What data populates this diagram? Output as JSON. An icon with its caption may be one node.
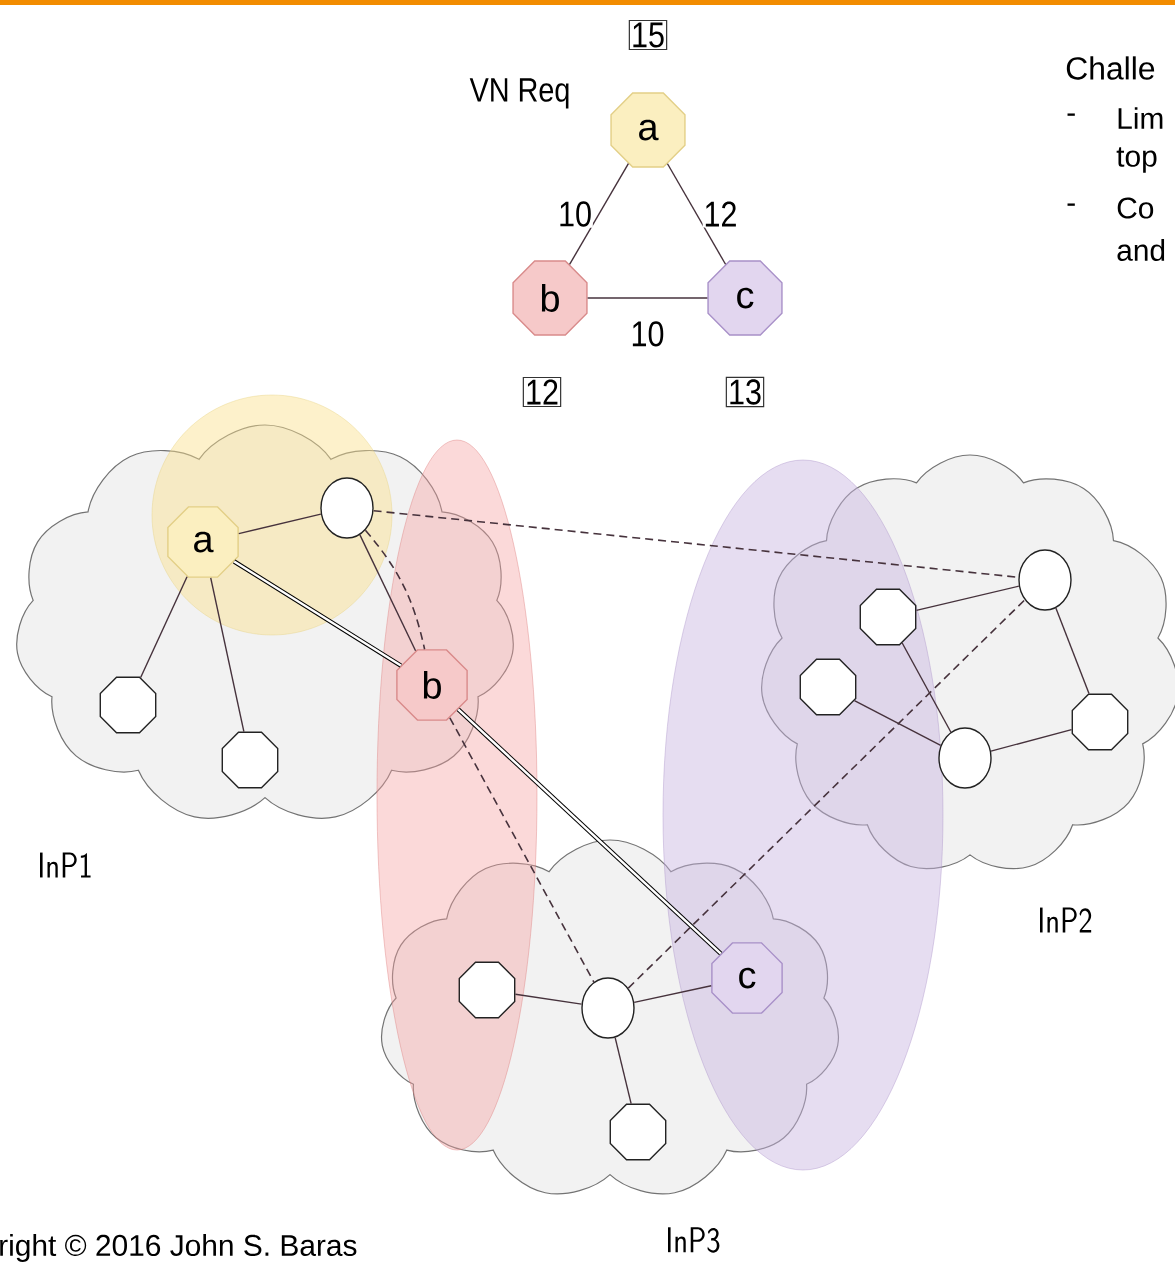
{
  "diagram": {
    "nodes": [
      {
        "text": [
          "a"
        ],
        "beside": [
          "15"
        ]
      },
      {
        "text": [
          "b"
        ],
        "beside": [
          "12"
        ]
      },
      {
        "text": [
          "c"
        ],
        "beside": [
          "13"
        ]
      },
      {
        "text": [
          "InP1"
        ]
      },
      {
        "text": [
          "a"
        ],
        "in": 3
      },
      {
        "text": [],
        "shape": "circle",
        "in": 3
      },
      {
        "text": [],
        "shape": "octagon",
        "in": 3
      },
      {
        "text": [],
        "shape": "octagon",
        "in": 3
      },
      {
        "text": [
          "b"
        ],
        "in": 3
      },
      {
        "text": [
          "InP2"
        ]
      },
      {
        "text": [],
        "shape": "circle",
        "in": 9
      },
      {
        "text": [],
        "shape": "octagon",
        "in": 9
      },
      {
        "text": [],
        "shape": "octagon",
        "in": 9
      },
      {
        "text": [],
        "shape": "circle",
        "in": 9
      },
      {
        "text": [],
        "shape": "octagon",
        "in": 9
      },
      {
        "text": [
          "InP3"
        ]
      },
      {
        "text": [],
        "shape": "octagon",
        "in": 15
      },
      {
        "text": [],
        "shape": "circle",
        "in": 15
      },
      {
        "text": [],
        "shape": "octagon",
        "in": 15
      },
      {
        "text": [
          "c"
        ],
        "in": 15
      }
    ],
    "edges": [
      {
        "from": 0,
        "to": 1,
        "arrow": "none",
        "label": "10"
      },
      {
        "from": 0,
        "to": 2,
        "arrow": "none",
        "label": "12"
      },
      {
        "from": 1,
        "to": 2,
        "arrow": "none",
        "label": "10"
      },
      {
        "from": 4,
        "to": 5,
        "arrow": "none"
      },
      {
        "from": 4,
        "to": 6,
        "arrow": "none"
      },
      {
        "from": 4,
        "to": 7,
        "arrow": "none"
      },
      {
        "from": 5,
        "to": 8,
        "arrow": "none"
      },
      {
        "from": 10,
        "to": 11,
        "arrow": "none"
      },
      {
        "from": 10,
        "to": 14,
        "arrow": "none"
      },
      {
        "from": 11,
        "to": 13,
        "arrow": "none"
      },
      {
        "from": 12,
        "to": 13,
        "arrow": "none"
      },
      {
        "from": 13,
        "to": 14,
        "arrow": "none"
      },
      {
        "from": 16,
        "to": 17,
        "arrow": "none"
      },
      {
        "from": 17,
        "to": 18,
        "arrow": "none"
      },
      {
        "from": 17,
        "to": 19,
        "arrow": "none"
      },
      {
        "from": 5,
        "to": 10,
        "arrow": "none",
        "style": "dashed"
      },
      {
        "from": 5,
        "to": 8,
        "arrow": "none",
        "style": "dashed"
      },
      {
        "from": 8,
        "to": 17,
        "arrow": "none",
        "style": "dashed"
      },
      {
        "from": 17,
        "to": 10,
        "arrow": "none",
        "style": "dashed"
      },
      {
        "from": 4,
        "to": 8,
        "arrow": "none",
        "style": "thick"
      },
      {
        "from": 8,
        "to": 19,
        "arrow": "none",
        "style": "thick"
      }
    ],
    "labels": [
      "VN Req",
      "Challe",
      "-",
      "Lim",
      "top",
      "-",
      "Co",
      "and",
      "right © 2016 John S. Baras"
    ]
  }
}
